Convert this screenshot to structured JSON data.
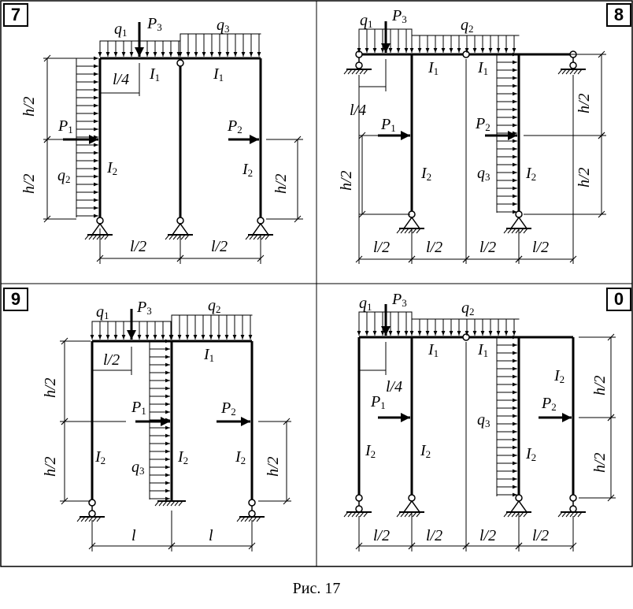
{
  "caption": "Рис. 17",
  "panels": {
    "p7": {
      "number": "7",
      "labels": {
        "q1": "q",
        "q1s": "1",
        "P3": "P",
        "P3s": "3",
        "q3": "q",
        "q3s": "3",
        "l4": "l/4",
        "I1a": "I",
        "I1as": "1",
        "I1b": "I",
        "I1bs": "1",
        "P1": "P",
        "P1s": "1",
        "P2": "P",
        "P2s": "2",
        "q2": "q",
        "q2s": "2",
        "I2a": "I",
        "I2as": "2",
        "I2b": "I",
        "I2bs": "2",
        "h2a": "h/2",
        "h2b": "h/2",
        "h2c": "h/2",
        "l2a": "l/2",
        "l2b": "l/2"
      }
    },
    "p8": {
      "number": "8",
      "labels": {
        "q1": "q",
        "q1s": "1",
        "P3": "P",
        "P3s": "3",
        "q2": "q",
        "q2s": "2",
        "I1a": "I",
        "I1as": "1",
        "I1b": "I",
        "I1bs": "1",
        "l4": "l/4",
        "P1": "P",
        "P1s": "1",
        "P2": "P",
        "P2s": "2",
        "q3": "q",
        "q3s": "3",
        "I2a": "I",
        "I2as": "2",
        "I2b": "I",
        "I2bs": "2",
        "h2a": "h/2",
        "h2b": "h/2",
        "h2c": "h/2",
        "l2a": "l/2",
        "l2b": "l/2",
        "l2c": "l/2",
        "l2d": "l/2"
      }
    },
    "p9": {
      "number": "9",
      "labels": {
        "q1": "q",
        "q1s": "1",
        "P3": "P",
        "P3s": "3",
        "q2": "q",
        "q2s": "2",
        "l2": "l/2",
        "I1": "I",
        "I1s": "1",
        "P1": "P",
        "P1s": "1",
        "P2": "P",
        "P2s": "2",
        "q3": "q",
        "q3s": "3",
        "I2a": "I",
        "I2as": "2",
        "I2b": "I",
        "I2bs": "2",
        "I2c": "I",
        "I2cs": "2",
        "h2a": "h/2",
        "h2b": "h/2",
        "h2c": "h/2",
        "la": "l",
        "lb": "l"
      }
    },
    "p0": {
      "number": "0",
      "labels": {
        "q1": "q",
        "q1s": "1",
        "P3": "P",
        "P3s": "3",
        "q2": "q",
        "q2s": "2",
        "I1a": "I",
        "I1as": "1",
        "I1b": "I",
        "I1bs": "1",
        "l4": "l/4",
        "P1": "P",
        "P1s": "1",
        "P2": "P",
        "P2s": "2",
        "q3": "q",
        "q3s": "3",
        "I2a": "I",
        "I2as": "2",
        "I2b": "I",
        "I2bs": "2",
        "I2c": "I",
        "I2cs": "2",
        "I2d": "I",
        "I2ds": "2",
        "h2a": "h/2",
        "h2b": "h/2",
        "l2a": "l/2",
        "l2b": "l/2",
        "l2c": "l/2",
        "l2d": "l/2"
      }
    }
  }
}
